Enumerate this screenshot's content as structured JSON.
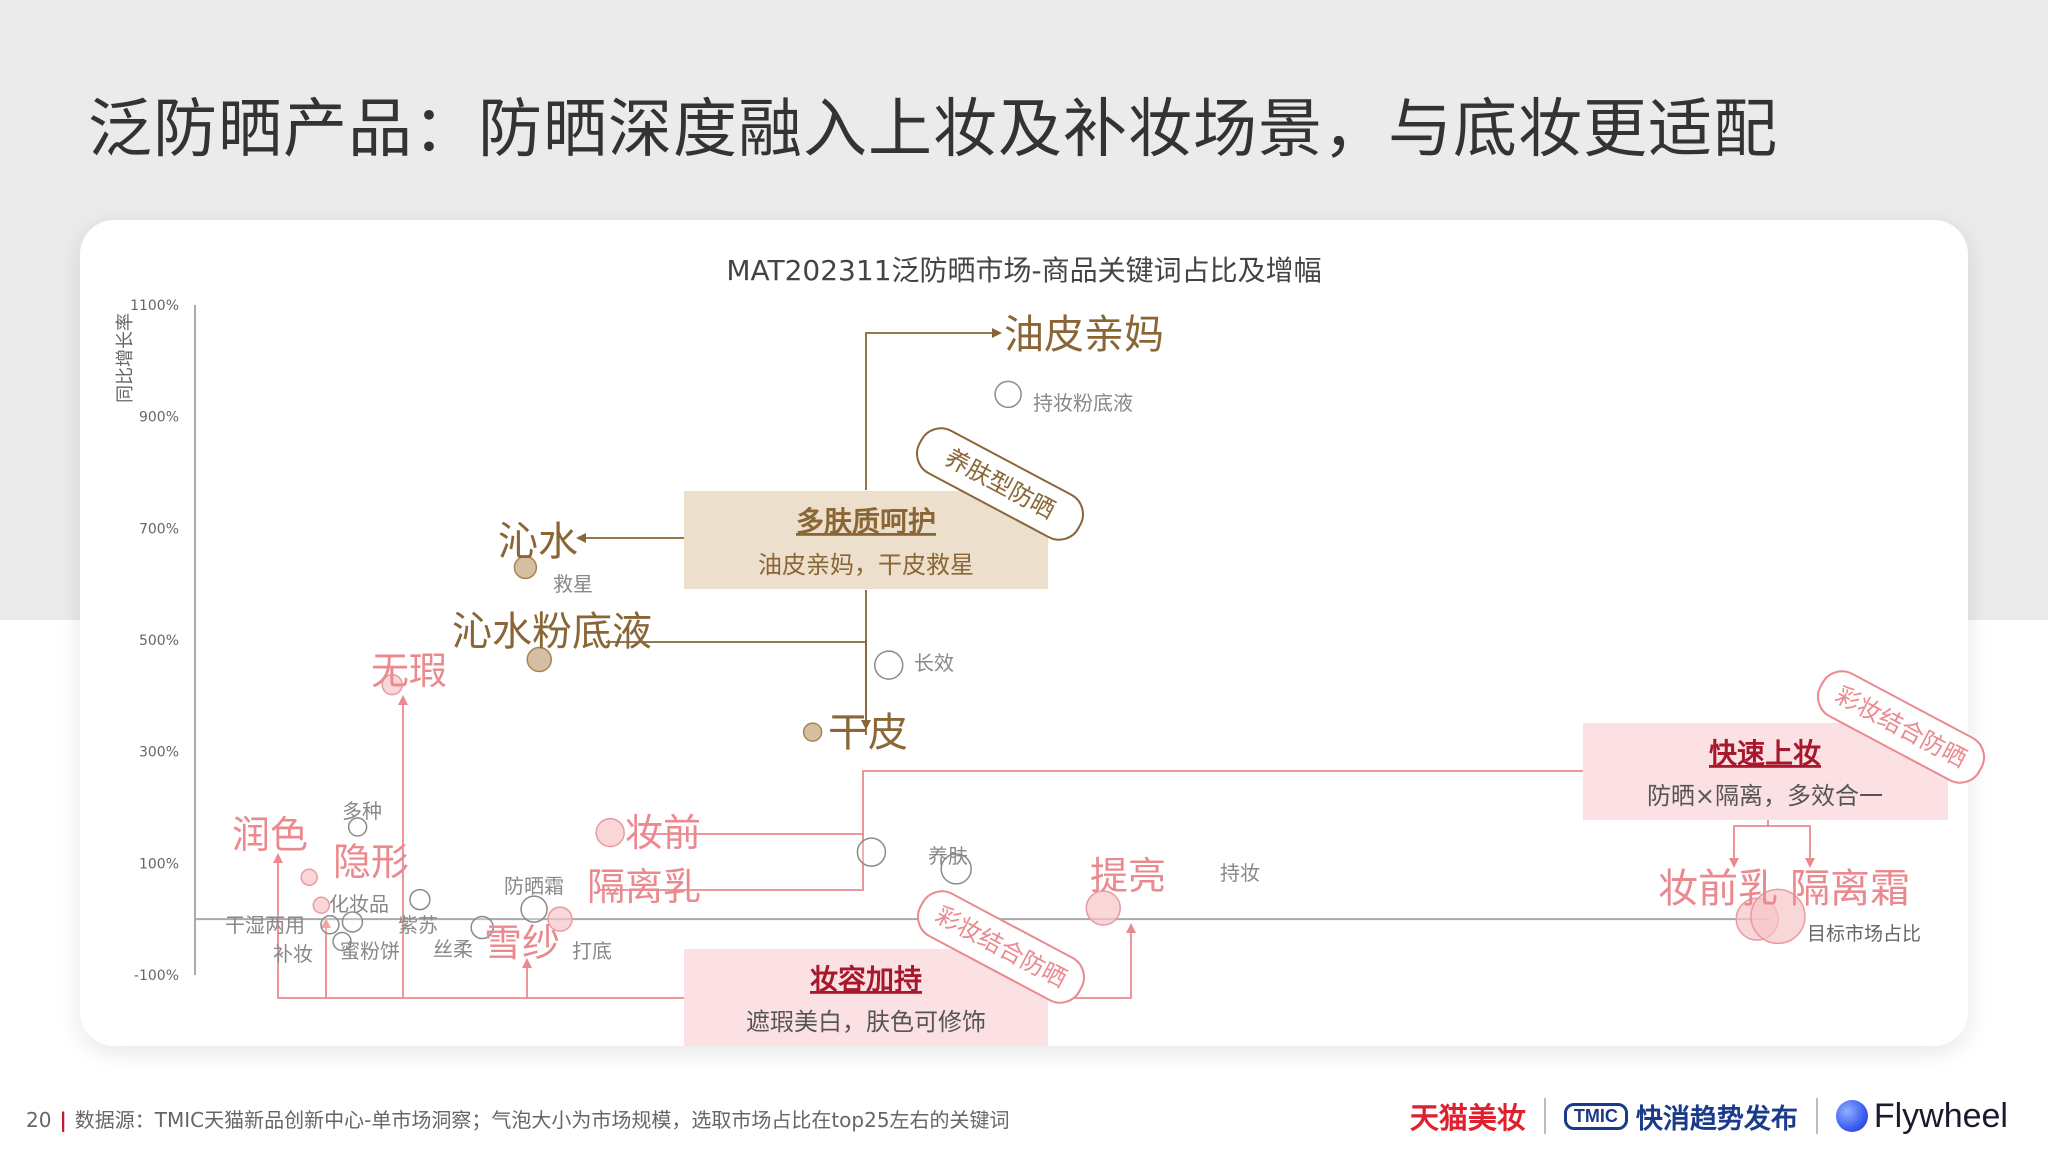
{
  "page": {
    "title": "泛防晒产品：防晒深度融入上妆及补妆场景，与底妆更适配",
    "page_number": "20",
    "source": "数据源：TMIC天猫新品创新中心-单市场洞察；气泡大小为市场规模，选取市场占比在top25左右的关键词"
  },
  "logos": {
    "tmall": "天猫美妆",
    "tmic_badge": "TMIC",
    "tmic_text": "快消趋势发布",
    "flywheel": "Flywheel"
  },
  "colors": {
    "brown": "#8a6636",
    "brown_box": "#ecdfcb",
    "pink": "#ea8a8f",
    "pink_box": "#fbe1e3",
    "red_text": "#a8182d",
    "axis": "#aaaaaa"
  },
  "chart_data": {
    "type": "scatter",
    "title": "MAT202311泛防晒市场-商品关键词占比及增幅",
    "ylabel": "同比增长率",
    "xlabel": "目标市场占比",
    "ylim": [
      -100,
      1100
    ],
    "yticks": [
      -100,
      100,
      300,
      500,
      700,
      900,
      1100
    ],
    "ytick_labels": [
      "-100%",
      "100%",
      "300%",
      "500%",
      "700%",
      "900%",
      "1100%"
    ],
    "points": [
      {
        "label": "持妆粉底液",
        "x": 0.47,
        "y": 940,
        "r": 13,
        "style": "grey"
      },
      {
        "label": "救星",
        "x": 0.191,
        "y": 630,
        "r": 11,
        "style": "brown"
      },
      {
        "label": "沁水粉底液",
        "x": 0.199,
        "y": 465,
        "r": 12,
        "style": "brown"
      },
      {
        "label": "长效",
        "x": 0.401,
        "y": 455,
        "r": 14,
        "style": "grey"
      },
      {
        "label": "干皮",
        "x": 0.357,
        "y": 335,
        "r": 9,
        "style": "brown"
      },
      {
        "label": "无瑕",
        "x": 0.114,
        "y": 420,
        "r": 10,
        "style": "pink"
      },
      {
        "label": "多种",
        "x": 0.094,
        "y": 165,
        "r": 9,
        "style": "grey"
      },
      {
        "label": "润色",
        "x": 0.066,
        "y": 75,
        "r": 8,
        "style": "pink"
      },
      {
        "label": "化妆品",
        "x": 0.073,
        "y": 25,
        "r": 8,
        "style": "pink"
      },
      {
        "label": "紫苏",
        "x": 0.13,
        "y": 35,
        "r": 10,
        "style": "grey"
      },
      {
        "label": "防晒霜",
        "x": 0.196,
        "y": 18,
        "r": 13,
        "style": "grey"
      },
      {
        "label": "打底",
        "x": 0.211,
        "y": 0,
        "r": 12,
        "style": "pink"
      },
      {
        "label": "丝柔",
        "x": 0.166,
        "y": -15,
        "r": 11,
        "style": "grey"
      },
      {
        "label": "补妆",
        "x": 0.078,
        "y": -10,
        "r": 9,
        "style": "grey"
      },
      {
        "label": "蜜粉饼",
        "x": 0.085,
        "y": -40,
        "r": 9,
        "style": "grey"
      },
      {
        "label": "干湿两用",
        "x": 0.091,
        "y": -5,
        "r": 10,
        "style": "grey"
      },
      {
        "label": "妆前",
        "x": 0.24,
        "y": 155,
        "r": 14,
        "style": "pink"
      },
      {
        "label": "养肤",
        "x": 0.391,
        "y": 120,
        "r": 14,
        "style": "grey"
      },
      {
        "label": "持妆",
        "x": 0.44,
        "y": 90,
        "r": 15,
        "style": "grey"
      },
      {
        "label": "提亮",
        "x": 0.525,
        "y": 20,
        "r": 17,
        "style": "pink"
      },
      {
        "label": "妆前乳",
        "x": 0.903,
        "y": 0,
        "r": 21,
        "style": "pink"
      },
      {
        "label": "隔离霜",
        "x": 0.915,
        "y": 5,
        "r": 27,
        "style": "pink"
      }
    ],
    "annotations": [
      {
        "label": "油皮亲妈",
        "group": "brown"
      },
      {
        "label": "沁水",
        "group": "brown"
      },
      {
        "label": "沁水粉底液",
        "group": "brown"
      },
      {
        "label": "干皮",
        "group": "brown"
      },
      {
        "label": "无瑕",
        "group": "pink"
      },
      {
        "label": "润色",
        "group": "pink"
      },
      {
        "label": "隐形",
        "group": "pink"
      },
      {
        "label": "妆前",
        "group": "pink"
      },
      {
        "label": "隔离乳",
        "group": "pink"
      },
      {
        "label": "雪纱",
        "group": "pink"
      },
      {
        "label": "提亮",
        "group": "pink"
      },
      {
        "label": "妆前乳",
        "group": "pink"
      },
      {
        "label": "隔离霜",
        "group": "pink"
      }
    ],
    "callouts": [
      {
        "title": "多肤质呵护",
        "text": "油皮亲妈，干皮救星",
        "style": "brown",
        "tag": "养肤型防晒"
      },
      {
        "title": "快速上妆",
        "text": "防晒×隔离，多效合一",
        "style": "pink",
        "tag": "彩妆结合防晒"
      },
      {
        "title": "妆容加持",
        "text": "遮瑕美白，肤色可修饰",
        "style": "pink",
        "tag": "彩妆结合防晒"
      }
    ]
  }
}
